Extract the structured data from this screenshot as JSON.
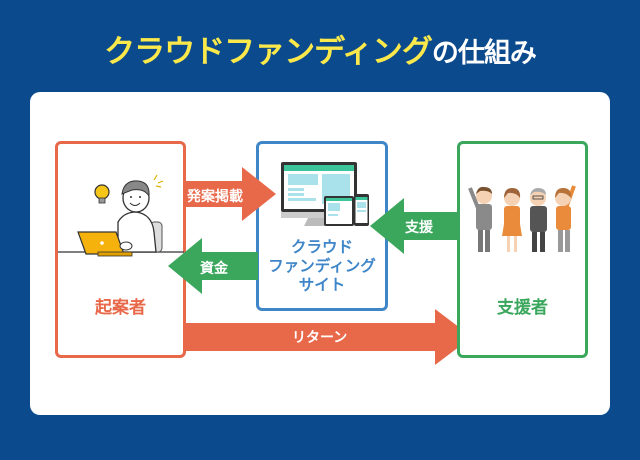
{
  "title": {
    "highlight": "クラウドファンディング",
    "suffix": "の仕組み"
  },
  "colors": {
    "background": "#0b4a8c",
    "title_highlight": "#fbe94c",
    "founder": "#e8684a",
    "site": "#3f86c8",
    "backer": "#3aa75d"
  },
  "nodes": {
    "founder": {
      "label": "起案者",
      "icon": "person-with-laptop-icon"
    },
    "site": {
      "label_lines": [
        "クラウド",
        "ファンディング",
        "サイト"
      ],
      "icon": "devices-icon"
    },
    "backer": {
      "label": "支援者",
      "icon": "supporters-group-icon"
    }
  },
  "arrows": {
    "post_project": {
      "label": "発案掲載",
      "from": "founder",
      "to": "site"
    },
    "funds": {
      "label": "資金",
      "from": "site",
      "to": "founder"
    },
    "support": {
      "label": "支援",
      "from": "backer",
      "to": "site"
    },
    "return": {
      "label": "リターン",
      "from": "founder",
      "to": "backer"
    }
  }
}
